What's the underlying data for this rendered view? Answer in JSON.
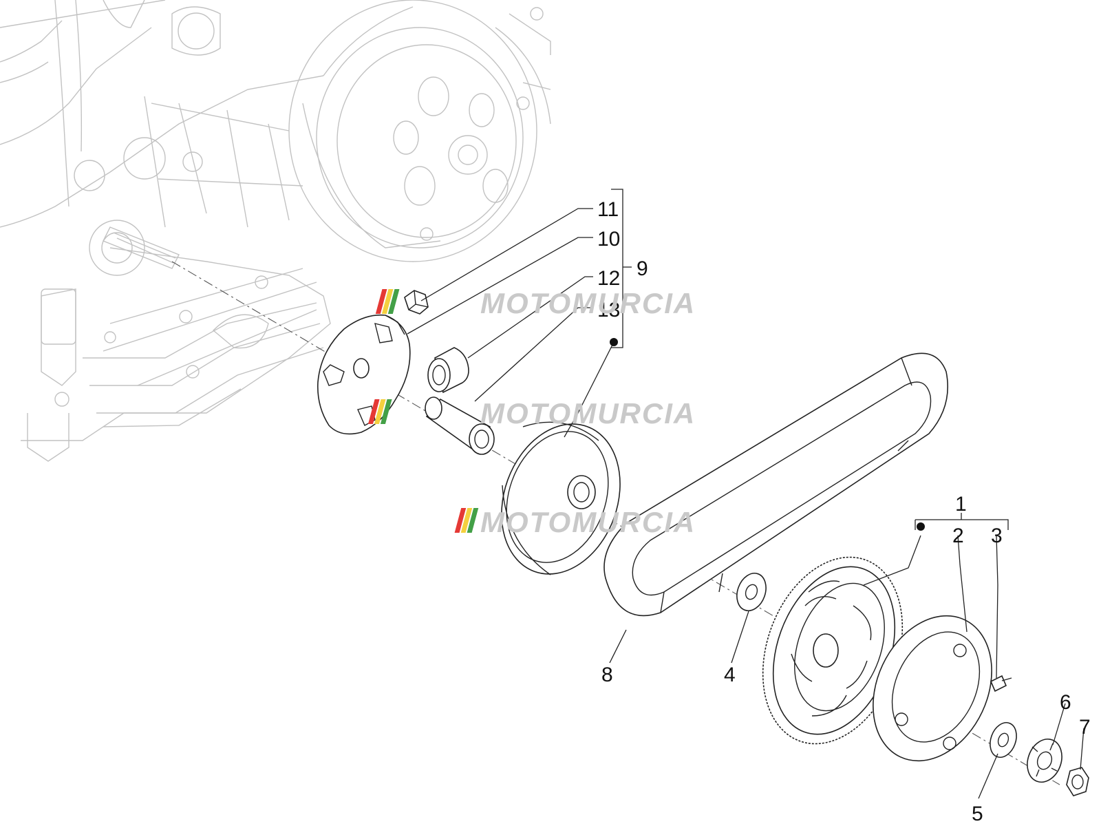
{
  "callouts": {
    "c1": "1",
    "c2": "2",
    "c3": "3",
    "c4": "4",
    "c5": "5",
    "c6": "6",
    "c7": "7",
    "c8": "8",
    "c9": "9",
    "c10": "10",
    "c11": "11",
    "c12": "12",
    "c13": "13"
  },
  "watermark": {
    "text": "MOTOMURCIA",
    "colors": [
      "#e53935",
      "#f4d03f",
      "#43a047"
    ]
  }
}
